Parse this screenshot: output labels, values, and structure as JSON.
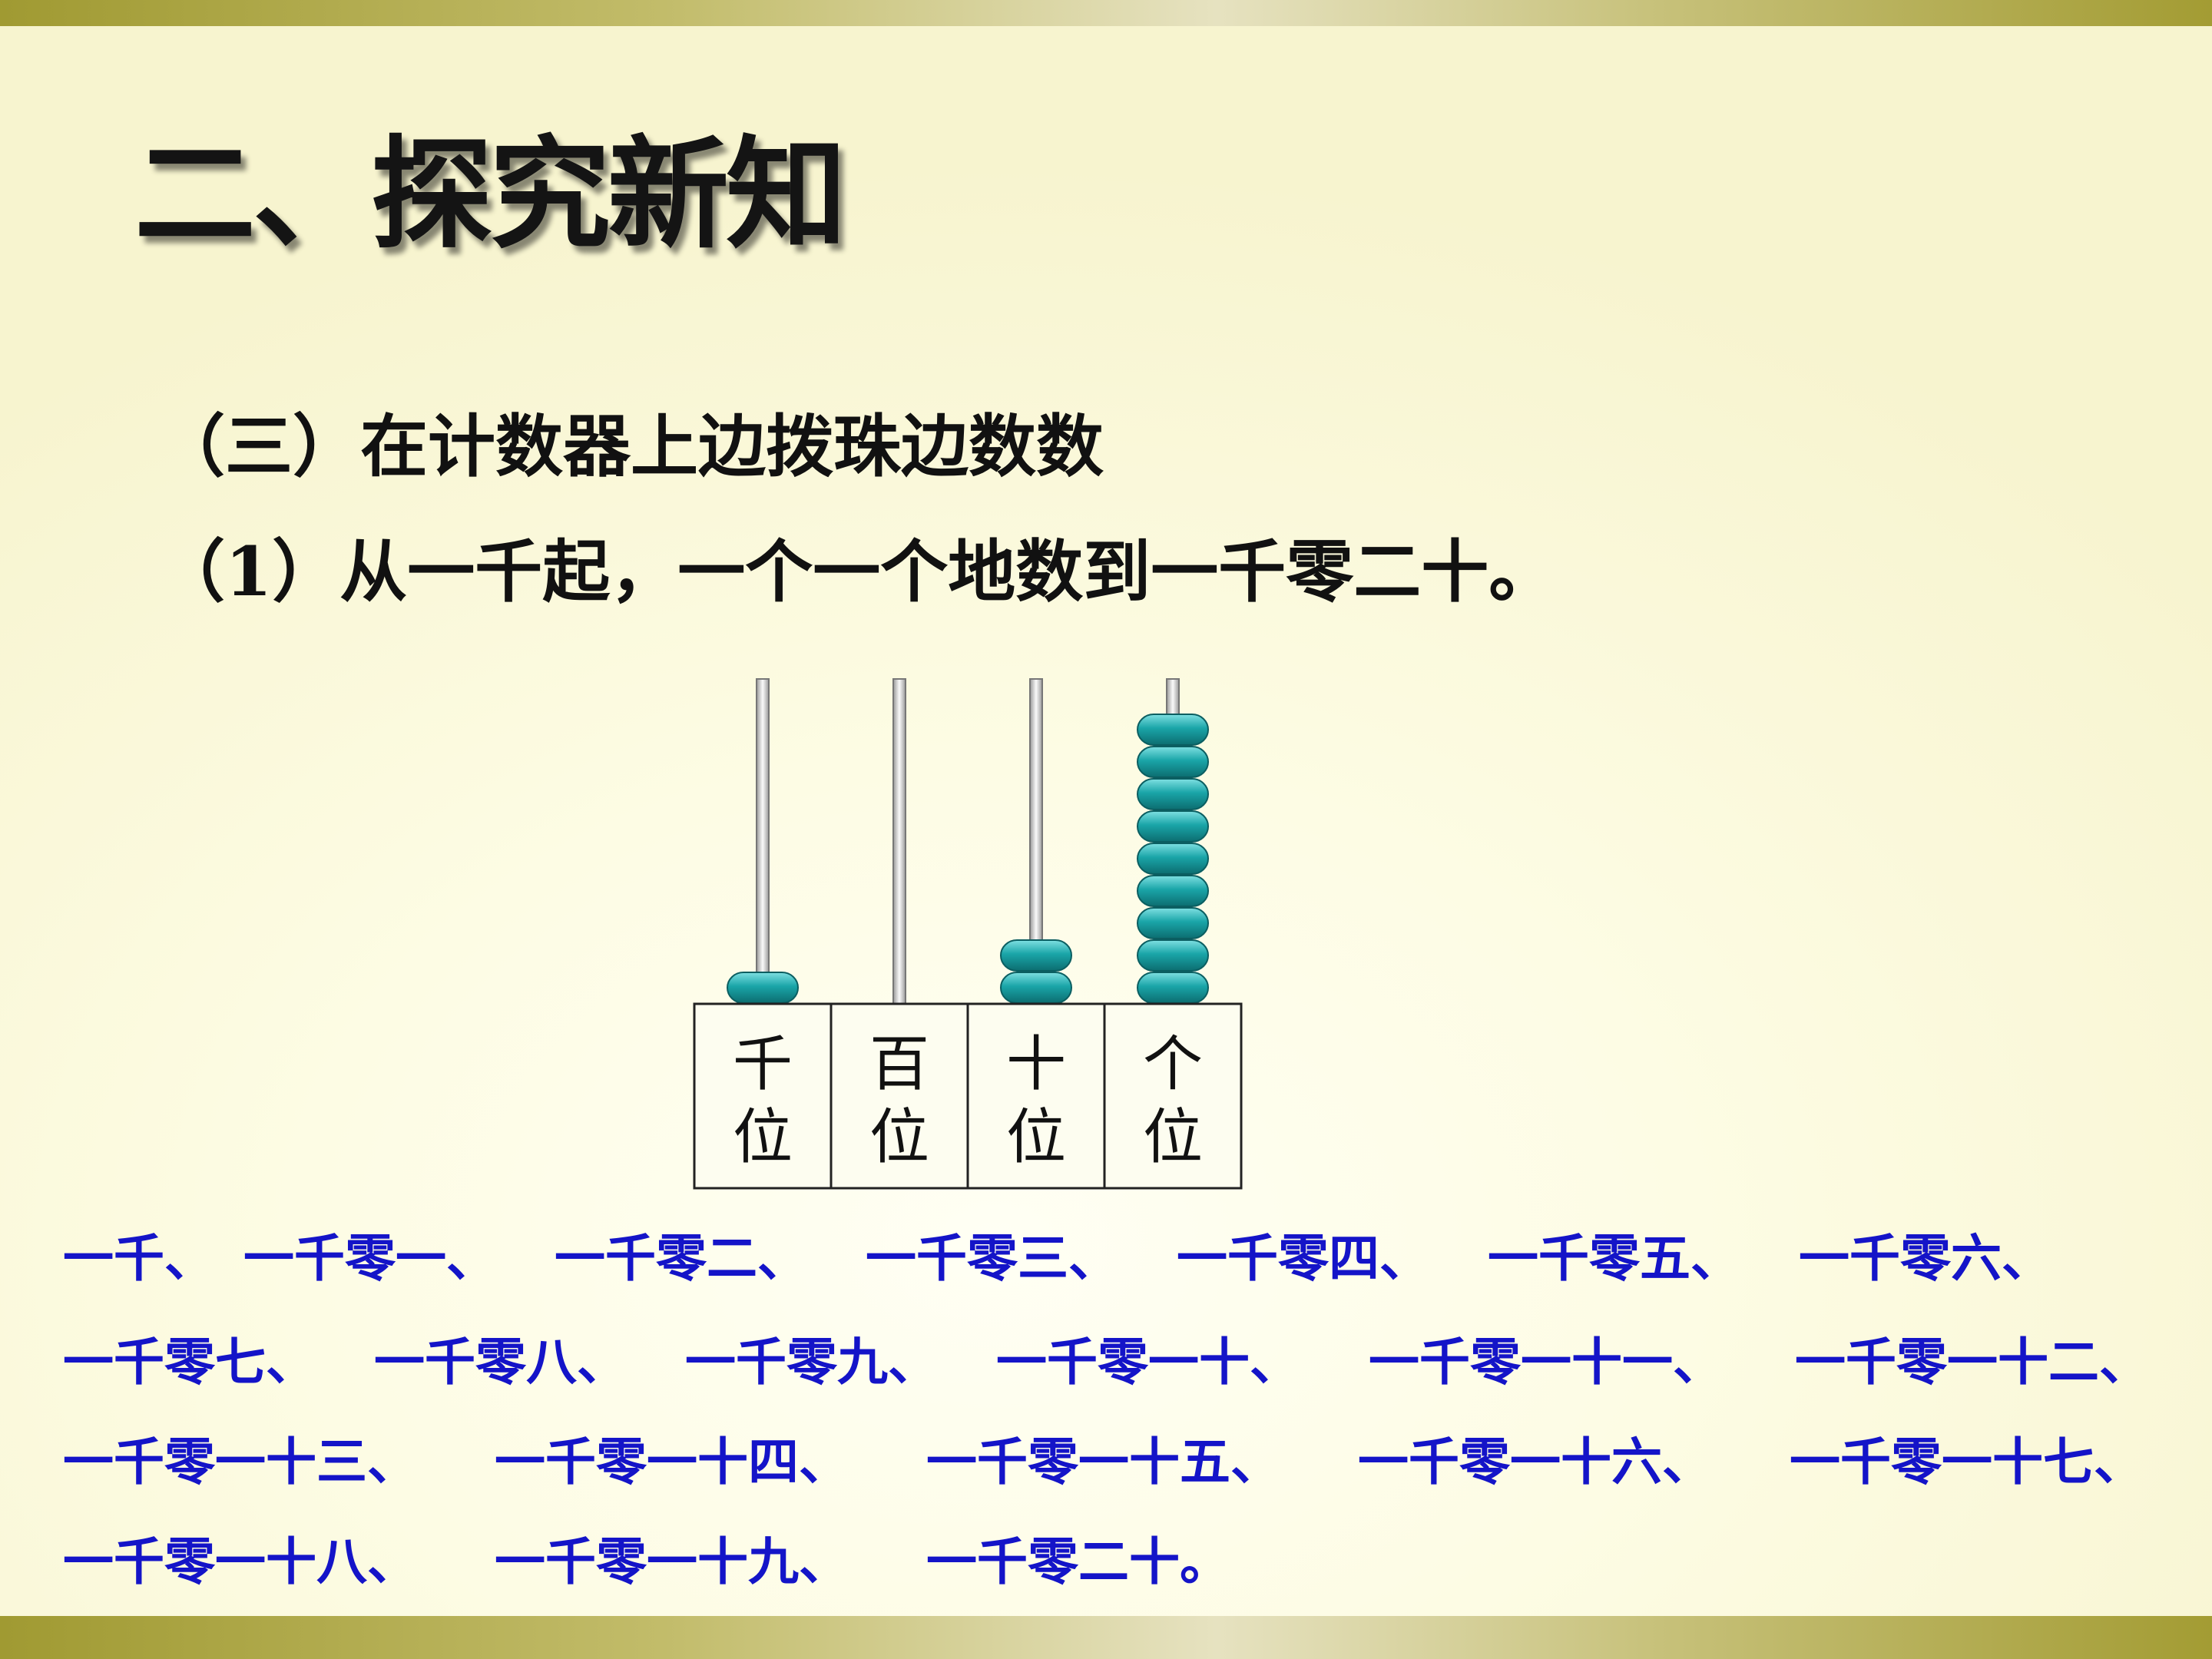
{
  "slide": {
    "title": "二、探究新知",
    "subtitle": "（三）在计数器上边拨珠边数数",
    "task": "（1）从一千起，一个一个地数到一千零二十。"
  },
  "abacus": {
    "rods": [
      {
        "label_top": "千",
        "label_bottom": "位",
        "beads": 1
      },
      {
        "label_top": "百",
        "label_bottom": "位",
        "beads": 0
      },
      {
        "label_top": "十",
        "label_bottom": "位",
        "beads": 2
      },
      {
        "label_top": "个",
        "label_bottom": "位",
        "beads": 9
      }
    ],
    "bead_color": "#1aa5a8"
  },
  "counting": {
    "lines": [
      [
        "一千、",
        "一千零一、",
        "一千零二、",
        "一千零三、",
        "一千零四、",
        "一千零五、",
        "一千零六、"
      ],
      [
        "一千零七、",
        "一千零八、",
        "一千零九、",
        "一千零一十、",
        "一千零一十一、",
        "一千零一十二、"
      ],
      [
        "一千零一十三、",
        "一千零一十四、",
        "一千零一十五、",
        "一千零一十六、",
        "一千零一十七、"
      ],
      [
        "一千零一十八、",
        "一千零一十九、",
        "一千零二十。"
      ]
    ],
    "color": "#1414c8"
  }
}
